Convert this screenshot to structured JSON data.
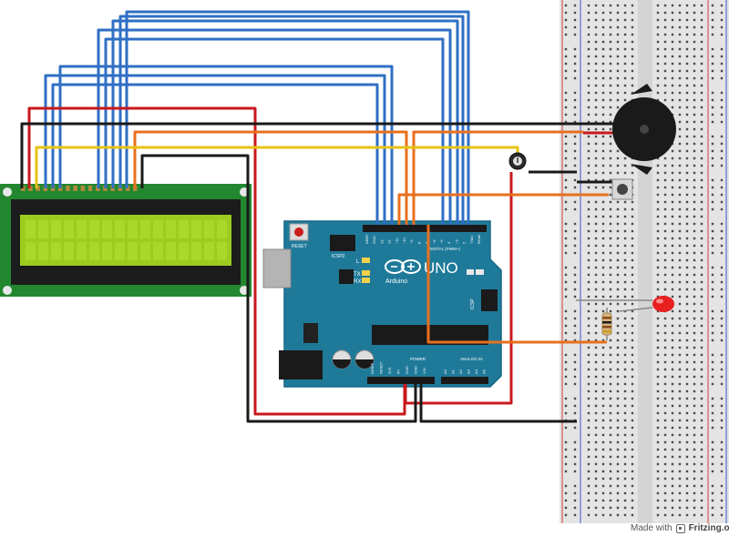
{
  "diagram": {
    "arduino": {
      "logo_text": "UNO",
      "brand": "Arduino",
      "reset_label": "RESET",
      "icsp2_label": "ICSP2",
      "icsp_label": "ICSP",
      "digital_label": "DIGITAL (PWM~)",
      "analog_label": "ANALOG IN",
      "power_label": "POWER",
      "led_labels": [
        "L",
        "TX",
        "RX"
      ],
      "digital_pins": [
        "AREF",
        "GND",
        "13",
        "12",
        "~11",
        "~10",
        "~9",
        "8",
        "7",
        "~6",
        "~5",
        "4",
        "~3",
        "2",
        "TX▸1",
        "RX◂0"
      ],
      "power_pins": [
        "IOREF",
        "RESET",
        "3V3",
        "5V",
        "GND",
        "GND",
        "VIN"
      ],
      "analog_pins": [
        "A0",
        "A1",
        "A2",
        "A3",
        "A4",
        "A5"
      ]
    },
    "components": [
      "lcd-16x2",
      "arduino-uno",
      "breadboard",
      "potentiometer",
      "piezo-buzzer",
      "push-button",
      "red-led",
      "resistor"
    ],
    "wire_colors": {
      "data": "#2f6fc4",
      "power": "#c8181c",
      "ground": "#1a1a1a",
      "signal": "#e8701e",
      "contrast": "#e6c313"
    }
  },
  "footer": {
    "made_with": "Made with",
    "brand": "Fritzing.org"
  }
}
